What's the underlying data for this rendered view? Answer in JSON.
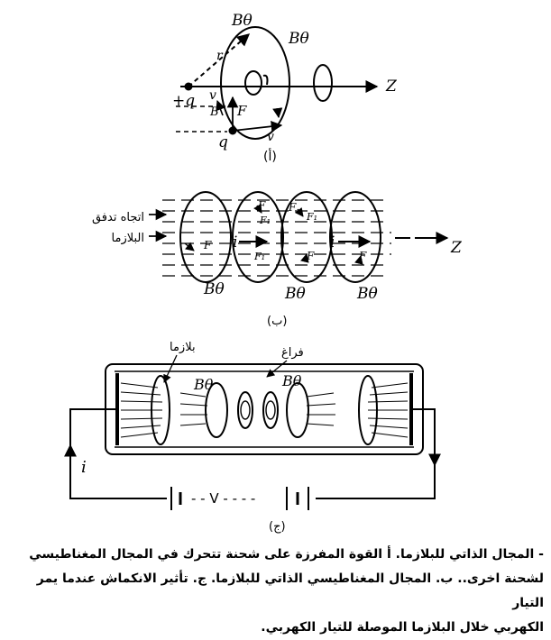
{
  "panel_a": {
    "tag": "(أ)",
    "b_top": "Bθ",
    "b_right": "Bθ",
    "q_plus": "+q",
    "q_lower": "q",
    "z": "Z",
    "r": "r",
    "v_upper": "v",
    "v_lower": "v",
    "f": "F",
    "b_small": "B"
  },
  "panel_b": {
    "tag": "(ب)",
    "flow_label_1": "اتجاه تدفق",
    "flow_label_2": "البلازما",
    "z": "Z",
    "b_labels": [
      "Bθ",
      "Bθ",
      "Bθ"
    ],
    "i_labels": [
      "i",
      "i"
    ],
    "f_labels": [
      "F",
      "F",
      "F",
      "F",
      "F"
    ],
    "f1_labels": [
      "F₁",
      "F₁",
      "F₁"
    ]
  },
  "panel_c": {
    "tag": "(ج)",
    "plasma_label": "بلازما",
    "vacuum_label": "فراغ",
    "b_labels": [
      "Bθ",
      "Bθ"
    ],
    "current_label": "i",
    "battery_label": "- - V - - - -"
  },
  "caption": {
    "line1": "- المجال الذاتي للبلازما. أ القوة المفرزة على شحنة تتحرك في المجال المغناطيسي",
    "line2": "لشحنة اخرى.. ب. المجال المغناطيسي الذاتي للبلازما. ج. تأثير الانكماش عندما يمر التيار",
    "line3": "الكهربي خلال البلازما الموصلة للتيار الكهربي."
  }
}
